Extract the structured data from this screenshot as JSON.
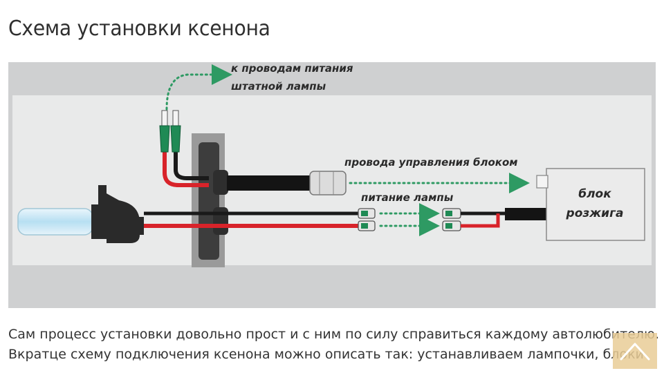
{
  "page": {
    "title": "Схема установки ксенона"
  },
  "diagram": {
    "labels": {
      "power_wires_line1": "к проводам питания",
      "power_wires_line2": "штатной лампы",
      "control_wires": "провода управления блоком",
      "lamp_power": "питание лампы",
      "ignition_line1": "блок",
      "ignition_line2": "розжига"
    },
    "colors": {
      "background": "#cfd0d1",
      "panel": "#e9eaea",
      "wire_red": "#d8232a",
      "wire_black": "#1a1a1a",
      "connector_green": "#1f8a55",
      "arrow_green": "#2e9a63"
    }
  },
  "article": {
    "line1": "Сам процесс установки довольно прост и с ним по силу справиться каждому автолюбителю.",
    "line2": "Вкратце схему подключения ксенона можно описать так: устанавливаем лампочки, блоки"
  },
  "scroll_top": {
    "icon": "chevron-up-icon",
    "color": "#e9cd96"
  }
}
